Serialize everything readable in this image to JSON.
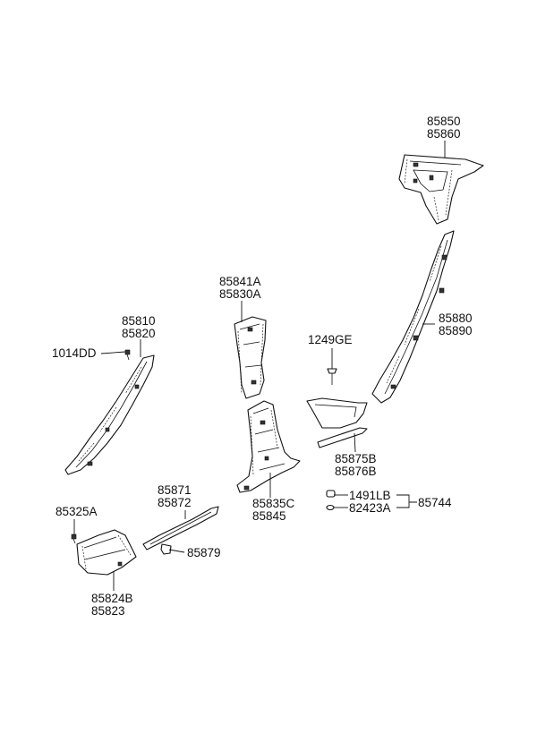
{
  "labels": {
    "p85850": "85850",
    "p85860": "85860",
    "p85880": "85880",
    "p85890": "85890",
    "p85841A": "85841A",
    "p85830A": "85830A",
    "p85810": "85810",
    "p85820": "85820",
    "p1014DD": "1014DD",
    "p1249GE": "1249GE",
    "p85875B": "85875B",
    "p85876B": "85876B",
    "p85835C": "85835C",
    "p85845": "85845",
    "p1491LB": "1491LB",
    "p82423A": "82423A",
    "p85744": "85744",
    "p85871": "85871",
    "p85872": "85872",
    "p85879": "85879",
    "p85325A": "85325A",
    "p85824B": "85824B",
    "p85823": "85823"
  }
}
